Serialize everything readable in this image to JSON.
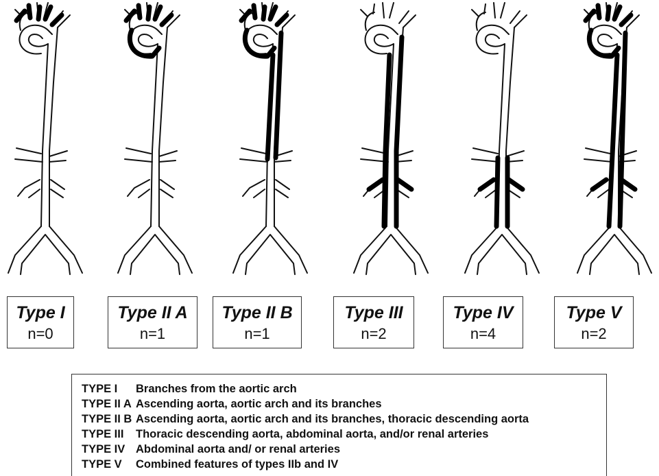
{
  "types": [
    {
      "name": "Type I",
      "count": "n=0"
    },
    {
      "name": "Type II A",
      "count": "n=1"
    },
    {
      "name": "Type II B",
      "count": "n=1"
    },
    {
      "name": "Type III",
      "count": "n=2"
    },
    {
      "name": "Type IV",
      "count": "n=4"
    },
    {
      "name": "Type V",
      "count": "n=2"
    }
  ],
  "legend": [
    {
      "code": "TYPE I",
      "description": "Branches from the aortic arch"
    },
    {
      "code": "TYPE II A",
      "description": "Ascending aorta, aortic arch and its branches"
    },
    {
      "code": "TYPE II B",
      "description": "Ascending aorta, aortic arch and its branches, thoracic descending aorta"
    },
    {
      "code": "TYPE III",
      "description": "Thoracic descending aorta, abdominal aorta, and/or renal arteries"
    },
    {
      "code": "TYPE IV",
      "description": "Abdominal aorta and/ or renal arteries"
    },
    {
      "code": "TYPE  V",
      "description": "Combined features of types IIb and IV"
    }
  ],
  "colors": {
    "line": "#111111",
    "affected": "#000000",
    "background": "#ffffff"
  }
}
